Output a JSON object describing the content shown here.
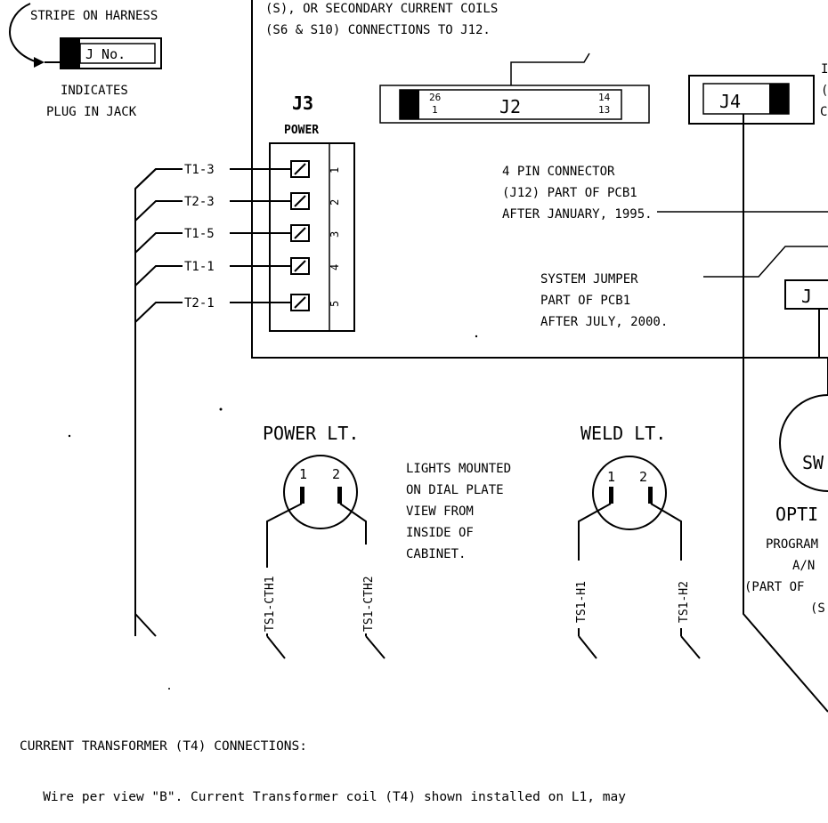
{
  "legend": {
    "top_label": "STRIPE ON HARNESS",
    "box_label": "J No.",
    "caption_line1": "INDICATES",
    "caption_line2": "PLUG IN JACK"
  },
  "header_notes": {
    "line1": "(S), OR SECONDARY CURRENT COILS",
    "line2": "(S6 & S10) CONNECTIONS TO J12."
  },
  "j3": {
    "title": "J3",
    "subtitle": "POWER",
    "pins": [
      "1",
      "2",
      "3",
      "4",
      "5"
    ],
    "wires": [
      "T1-3",
      "T2-3",
      "T1-5",
      "T1-1",
      "T2-1"
    ]
  },
  "j2": {
    "label": "J2",
    "pin_tl": "26",
    "pin_bl": "1",
    "pin_tr": "14",
    "pin_br": "13"
  },
  "j4": {
    "label": "J4"
  },
  "partial_labels": {
    "right_top": "I",
    "right_mid1": "(",
    "right_mid2": "C",
    "jumper_box": "J",
    "sw_circle": "SW",
    "opti": "OPTI",
    "program": "PROGRAM",
    "an": "A/N",
    "part_of": "(PART OF",
    "s_paren": "(S"
  },
  "connector_note": {
    "line1": "4 PIN CONNECTOR",
    "line2": "(J12) PART OF PCB1",
    "line3": "AFTER JANUARY, 1995."
  },
  "jumper_note": {
    "line1": "SYSTEM JUMPER",
    "line2": "PART OF PCB1",
    "line3": "AFTER JULY, 2000."
  },
  "power_light": {
    "title": "POWER LT.",
    "pin1": "1",
    "pin2": "2",
    "wire_left": "TS1-CTH1",
    "wire_right": "TS1-CTH2"
  },
  "weld_light": {
    "title": "WELD LT.",
    "pin1": "1",
    "pin2": "2",
    "wire_left": "TS1-H1",
    "wire_right": "TS1-H2"
  },
  "lights_note": {
    "line1": "LIGHTS MOUNTED",
    "line2": "ON DIAL PLATE",
    "line3": "VIEW FROM",
    "line4": "INSIDE OF",
    "line5": "CABINET."
  },
  "footer": {
    "heading": "CURRENT TRANSFORMER (T4) CONNECTIONS:",
    "line2": "   Wire per view \"B\". Current Transformer coil (T4) shown installed on L1, may"
  }
}
